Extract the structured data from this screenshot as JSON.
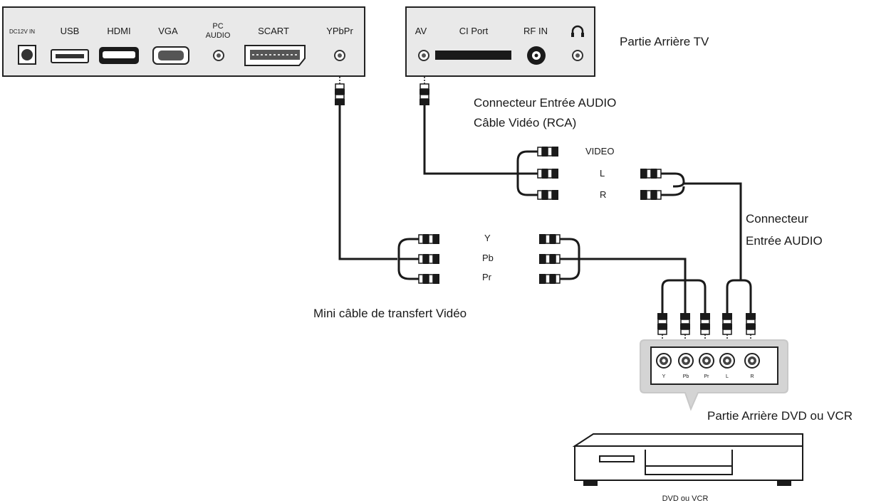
{
  "tv_panel_left": {
    "ports": [
      "DC12V IN",
      "USB",
      "HDMI",
      "VGA",
      "PC",
      "AUDIO",
      "SCART",
      "YPbPr"
    ]
  },
  "tv_panel_right": {
    "ports": [
      "AV",
      "CI Port",
      "RF IN"
    ],
    "headphone_icon": "headphone-icon"
  },
  "captions": {
    "tv_back": "Partie Arrière TV",
    "audio_input_line1": "Connecteur Entrée AUDIO",
    "video_cable": "Câble Vidéo (RCA)",
    "audio_input_side_line1": "Connecteur",
    "audio_input_side_line2": "Entrée AUDIO",
    "mini_cable": "Mini câble de transfert Vidéo",
    "dvd_back": "Partie Arrière DVD ou VCR",
    "dvd_device": "DVD ou VCR"
  },
  "rca_top": {
    "video": "VIDEO",
    "left": "L",
    "right": "R"
  },
  "component": {
    "y": "Y",
    "pb": "Pb",
    "pr": "Pr"
  },
  "dvd_jacks": [
    "Y",
    "Pb",
    "Pr",
    "L",
    "R"
  ],
  "colors": {
    "line": "#1a1a1a",
    "panel_fill": "#e9e9e9",
    "dvd_panel_fill": "#d4d4d4"
  }
}
